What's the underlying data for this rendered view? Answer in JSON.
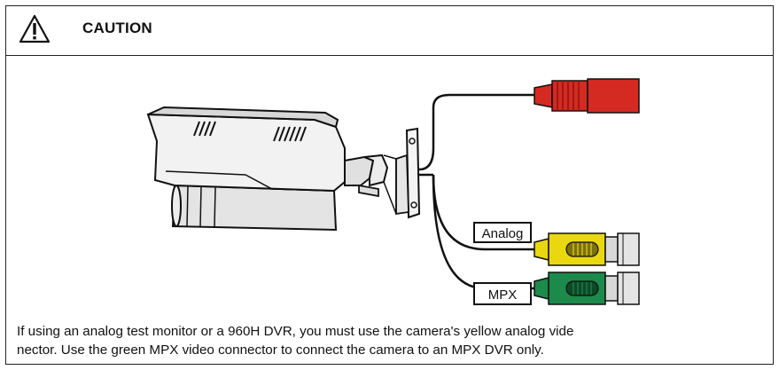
{
  "caution": {
    "title": "CAUTION",
    "icon": "warning-triangle-icon"
  },
  "diagram": {
    "labels": {
      "analog": "Analog",
      "mpx": "MPX"
    },
    "connector_colors": {
      "power": "#d42a22",
      "analog": "#e9d80f",
      "mpx": "#1c8a4a"
    }
  },
  "caption": {
    "line1": "If using an analog test monitor or a 960H DVR, you must use the camera's yellow analog vide",
    "line2": "nector. Use the green MPX video connector to connect the camera to an MPX DVR only."
  }
}
